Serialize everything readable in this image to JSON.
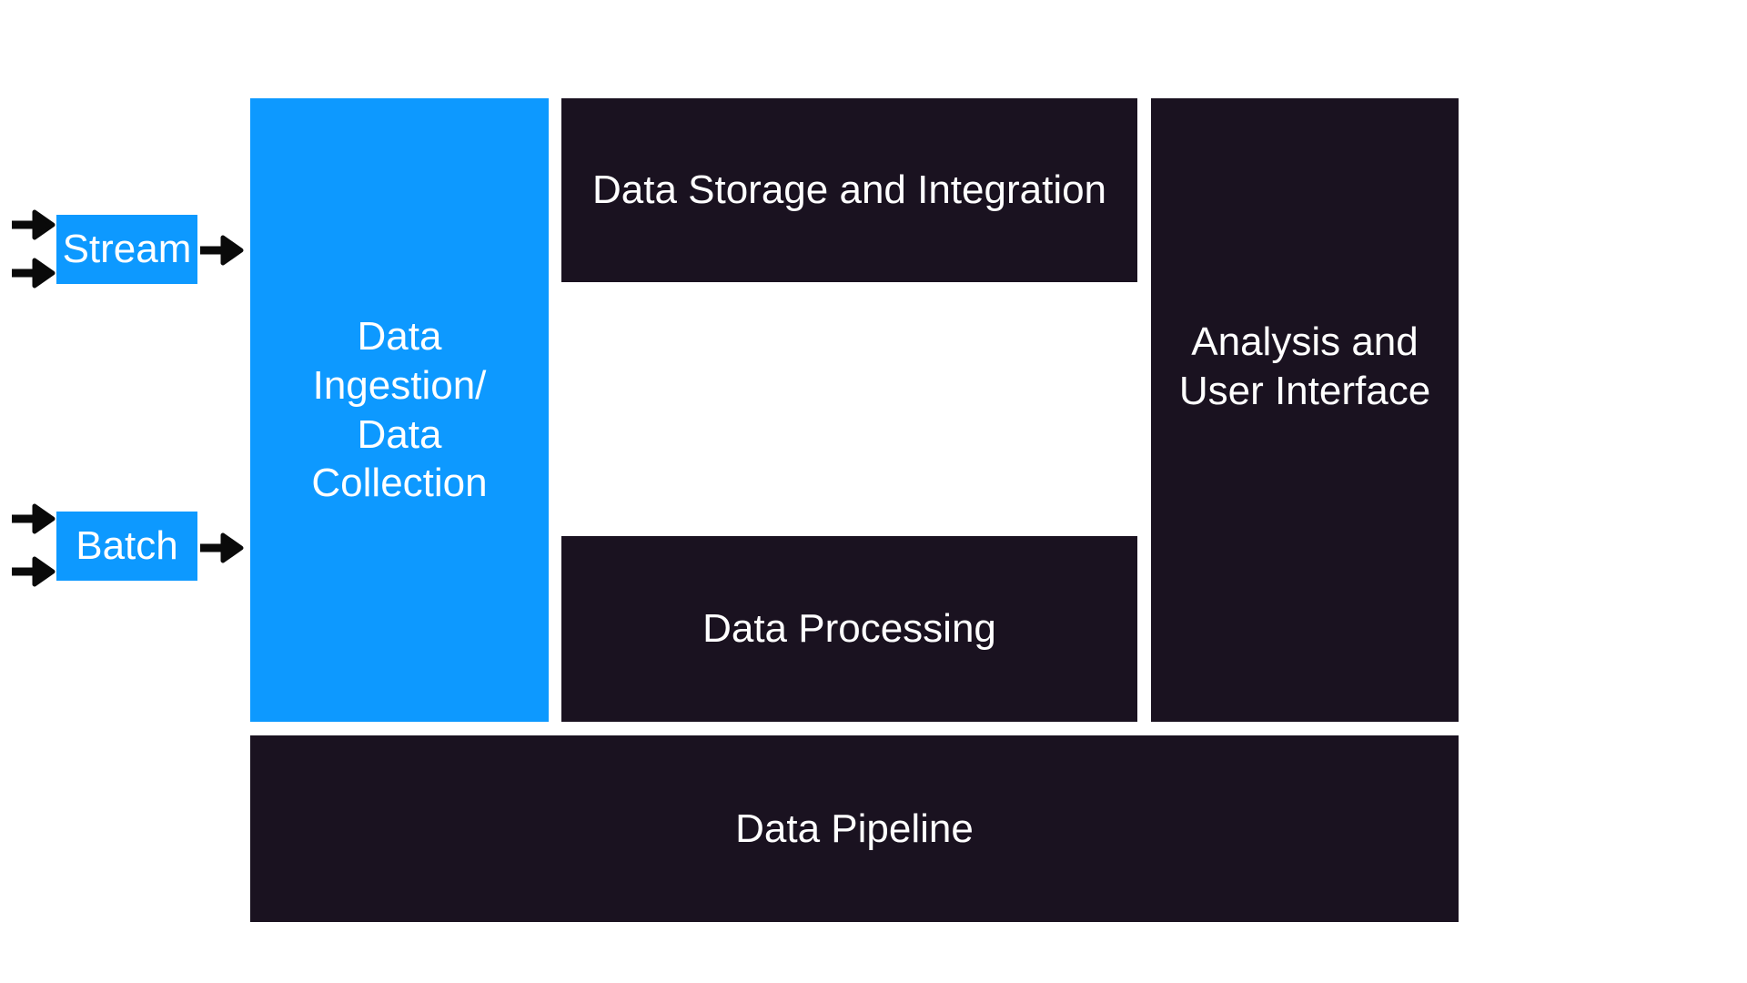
{
  "diagram": {
    "title": "",
    "nodes": {
      "stream": {
        "label": "Stream"
      },
      "batch": {
        "label": "Batch"
      },
      "ingestion": {
        "label_lines": [
          "Data",
          "Ingestion/",
          "Data",
          "Collection"
        ]
      },
      "storage": {
        "label": "Data Storage and Integration"
      },
      "processing": {
        "label": "Data Processing"
      },
      "analysis": {
        "label_lines": [
          "Analysis and",
          "User Interface"
        ]
      },
      "pipeline": {
        "label": "Data Pipeline"
      }
    },
    "arrows": {
      "stream_inputs": 2,
      "stream_outputs": 1,
      "batch_inputs": 2,
      "batch_outputs": 1,
      "direction": "right"
    },
    "colors": {
      "node_blue": "#0D99FF",
      "node_dark": "#1A1220",
      "arrow_black": "#0A0A0A",
      "label_light": "#FFFFFF",
      "canvas_bg": "#FFFFFF"
    }
  }
}
